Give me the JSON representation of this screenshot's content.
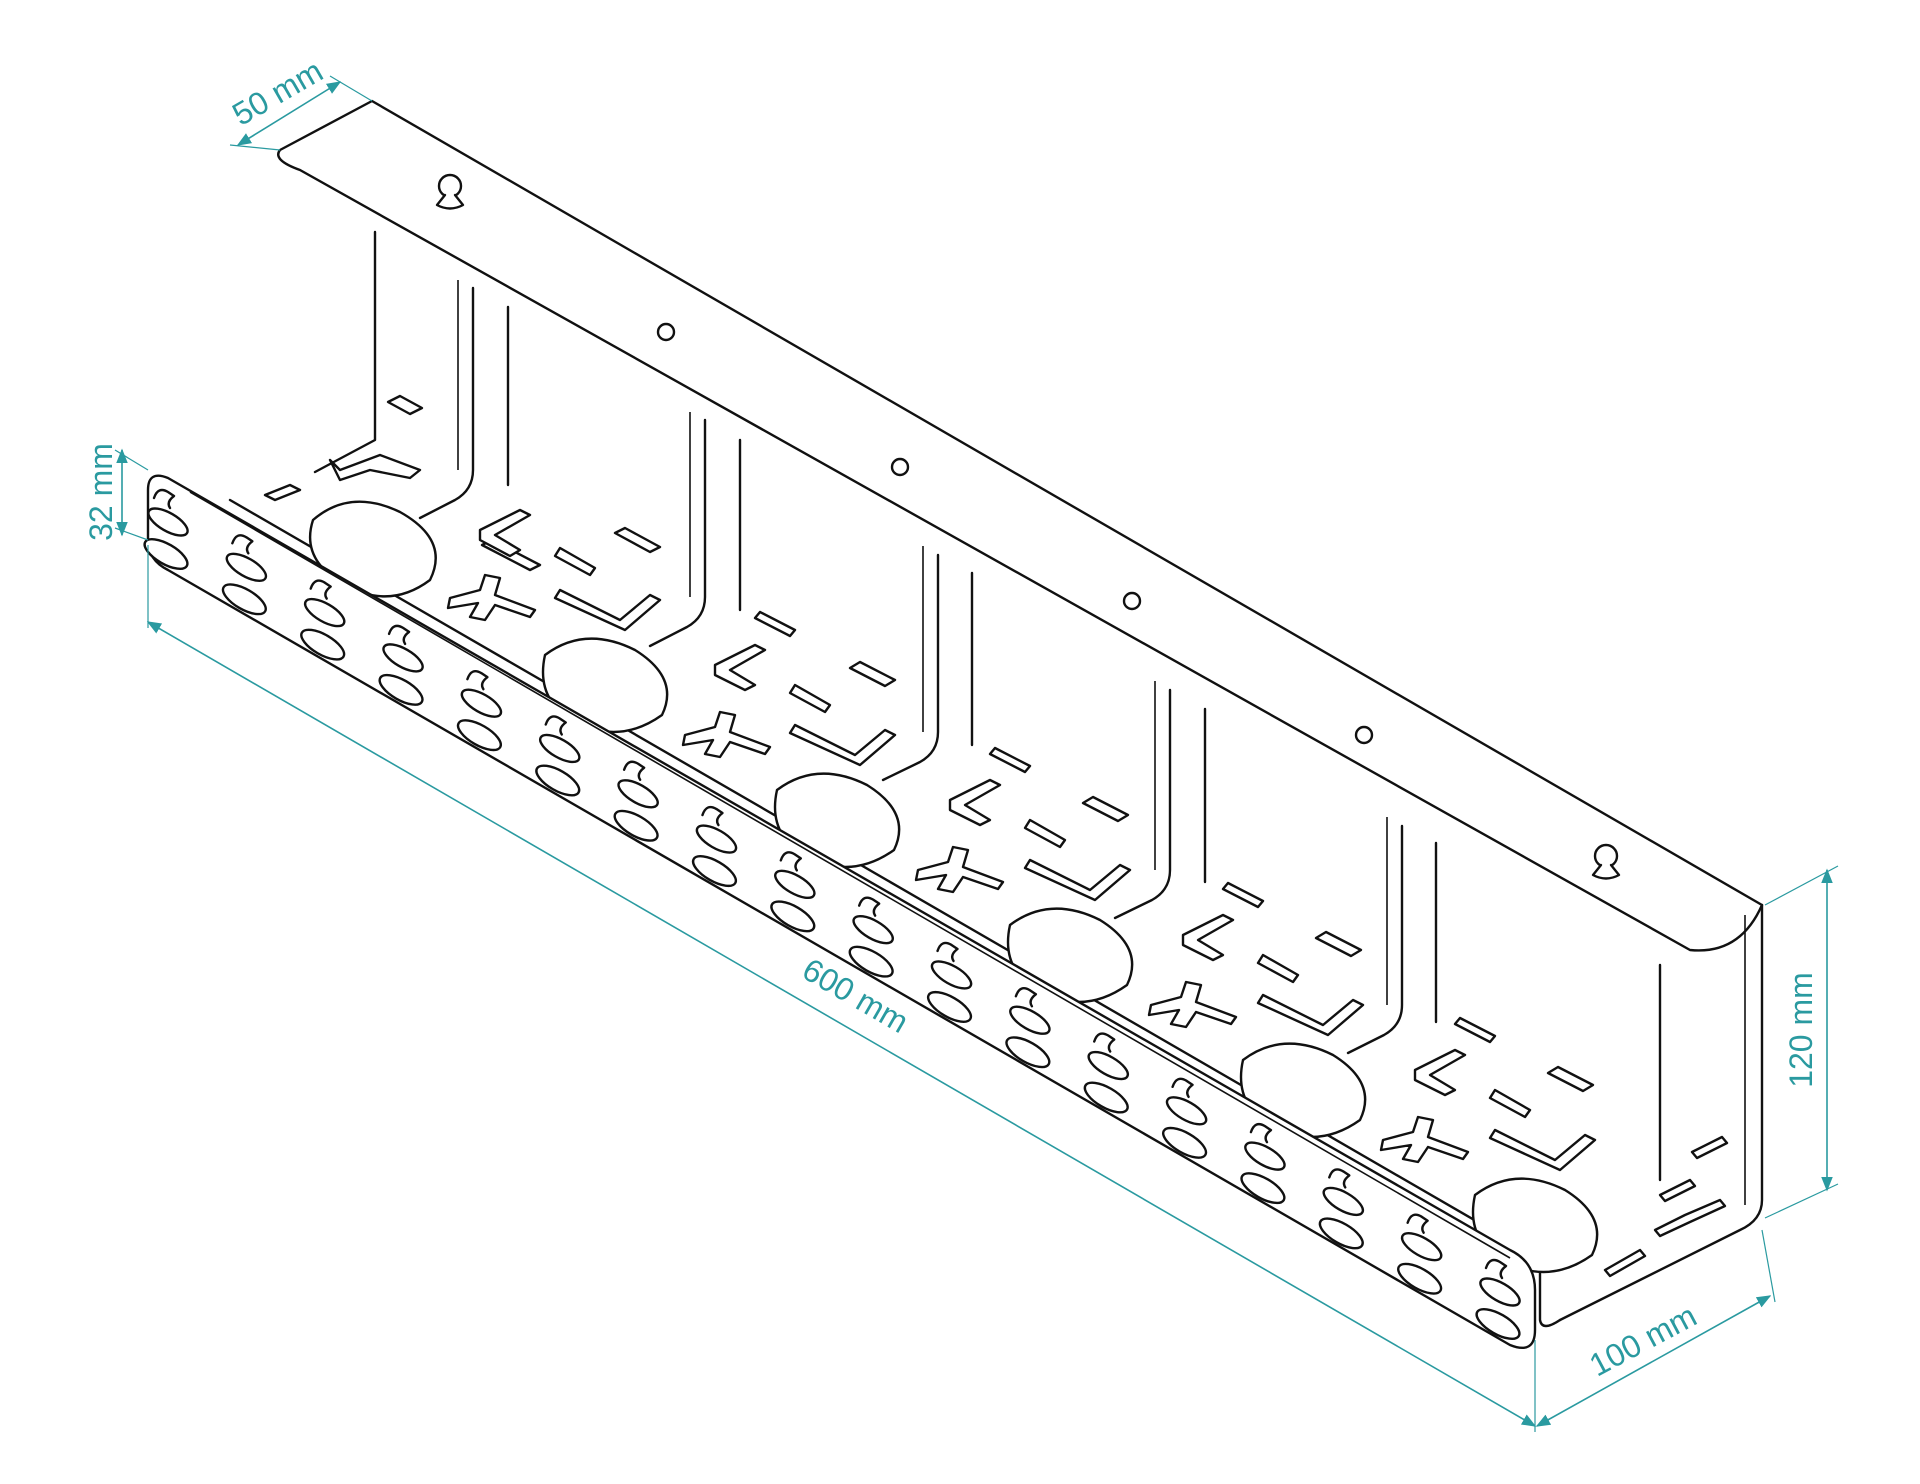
{
  "diagram": {
    "subject": "under-desk cable management tray",
    "accent_color": "#2a9aa0",
    "line_color": "#111111",
    "dimensions": {
      "length": "600 mm",
      "depth": "100 mm",
      "height": "120 mm",
      "mount_flange": "50 mm",
      "lip_height": "32 mm"
    }
  }
}
